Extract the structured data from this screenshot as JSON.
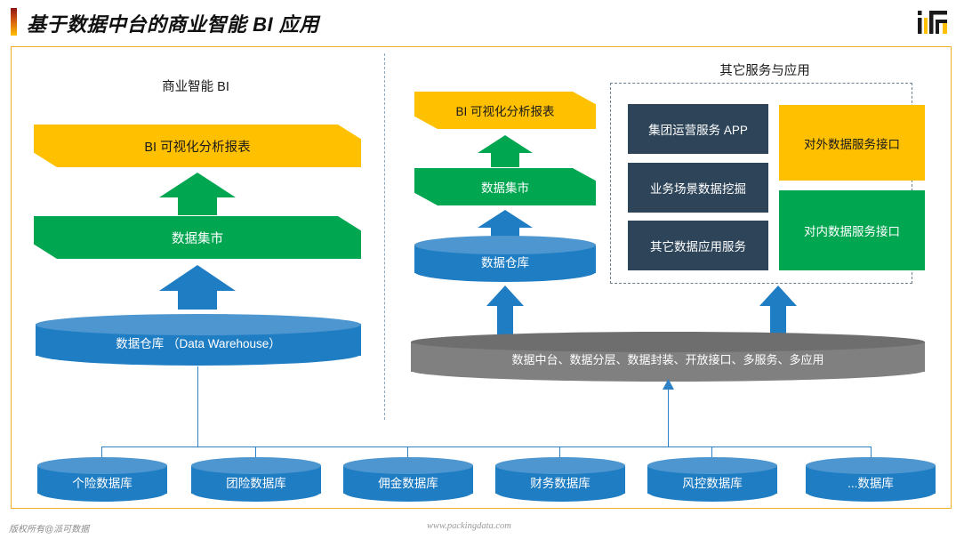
{
  "header": {
    "title": "基于数据中台的商业智能 BI 应用",
    "logo_name": "if-brand-logo",
    "accent_colors": [
      "#8c1410",
      "#d45a10",
      "#ffc000"
    ]
  },
  "left_column": {
    "heading": "商业智能 BI",
    "layers": [
      {
        "label": "BI 可视化分析报表",
        "color": "#ffc000",
        "shape": "chevron"
      },
      {
        "label": "数据集市",
        "color": "#00a650",
        "shape": "chevron"
      },
      {
        "label": "数据仓库 （Data Warehouse）",
        "color": "#1f7dc4",
        "shape": "cylinder"
      }
    ],
    "arrow_color_upper": "#00a650",
    "arrow_color_lower": "#1f7dc4"
  },
  "middle_column": {
    "layers": [
      {
        "label": "BI 可视化分析报表",
        "color": "#ffc000",
        "shape": "chevron"
      },
      {
        "label": "数据集市",
        "color": "#00a650",
        "shape": "chevron"
      },
      {
        "label": "数据仓库",
        "color": "#1f7dc4",
        "shape": "cylinder"
      }
    ],
    "arrow_color_upper": "#00a650",
    "arrow_color_lower": "#1f7dc4"
  },
  "right_panel": {
    "heading": "其它服务与应用",
    "service_boxes": [
      {
        "label": "集团运营服务 APP",
        "color": "#2e4459"
      },
      {
        "label": "业务场景数据挖掘",
        "color": "#2e4459"
      },
      {
        "label": "其它数据应用服务",
        "color": "#2e4459"
      }
    ],
    "interface_boxes": [
      {
        "label": "对外数据服务接口",
        "color": "#ffc000"
      },
      {
        "label": "对内数据服务接口",
        "color": "#00a650"
      }
    ]
  },
  "platform": {
    "label": "数据中台、数据分层、数据封装、开放接口、多服务、多应用",
    "color": "#808080"
  },
  "source_databases": [
    {
      "label": "个险数据库"
    },
    {
      "label": "团险数据库"
    },
    {
      "label": "佣金数据库"
    },
    {
      "label": "财务数据库"
    },
    {
      "label": "风控数据库"
    },
    {
      "label": "...数据库"
    }
  ],
  "footer": {
    "copyright": "版权所有@派可数据",
    "website": "www.packingdata.com"
  },
  "colors": {
    "amber": "#ffc000",
    "green": "#00a650",
    "blue": "#1f7dc4",
    "navy": "#2e4459",
    "gray": "#808080",
    "connector": "#2e81c6",
    "frame_border": "#f0ad27",
    "divider": "#8faabe"
  }
}
